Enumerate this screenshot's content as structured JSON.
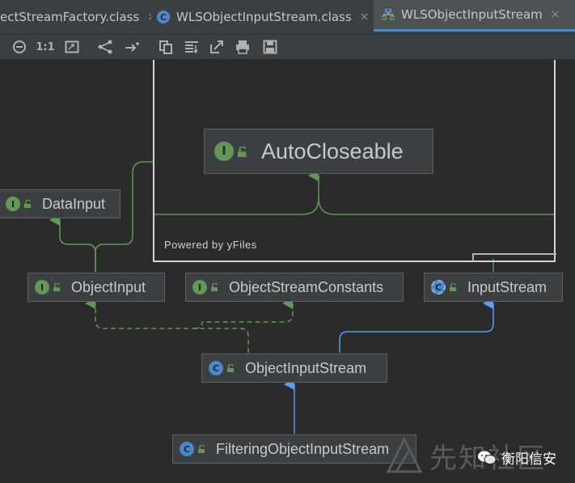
{
  "tabs": [
    {
      "label": "ectStreamFactory.class",
      "icon": "class-file-icon",
      "active": false
    },
    {
      "label": "WLSObjectInputStream.class",
      "icon": "class-file-icon",
      "active": false
    },
    {
      "label": "WLSObjectInputStream",
      "icon": "diagram-icon",
      "active": true
    }
  ],
  "tab_close_glyph": "×",
  "toolbar": {
    "actual_size_label": "1:1",
    "icons": [
      "zoom-out-icon",
      "actual-size-icon",
      "fit-content-icon",
      "layout-icon",
      "route-edges-icon",
      "copy-icon",
      "apply-layout-icon",
      "export-icon",
      "print-icon",
      "save-icon"
    ]
  },
  "overview": {
    "powered_by": "Powered by yFiles"
  },
  "nodes": {
    "auto_closeable": {
      "name": "AutoCloseable",
      "kind": "interface"
    },
    "data_input": {
      "name": "DataInput",
      "kind": "interface"
    },
    "object_input": {
      "name": "ObjectInput",
      "kind": "interface"
    },
    "object_stream_constants": {
      "name": "ObjectStreamConstants",
      "kind": "interface"
    },
    "input_stream": {
      "name": "InputStream",
      "kind": "abstract-class"
    },
    "object_input_stream": {
      "name": "ObjectInputStream",
      "kind": "class"
    },
    "filtering_object_input_stream": {
      "name": "FilteringObjectInputStream",
      "kind": "class"
    }
  },
  "icon_letters": {
    "interface": "I",
    "class": "C"
  },
  "watermark": {
    "text": "先知社区"
  },
  "wechat_badge": {
    "text": "衡阳信安"
  },
  "colors": {
    "interface_edge": "#629755",
    "class_edge": "#589df6",
    "background": "#2b2b2b",
    "node_fill": "#3c3f41",
    "active_tab_underline": "#4a88c7"
  }
}
